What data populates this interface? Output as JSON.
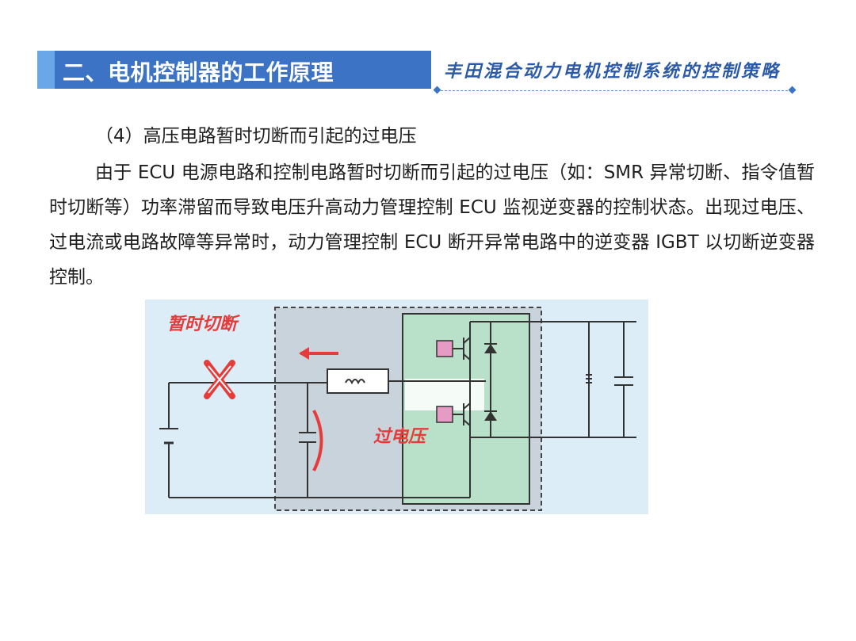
{
  "header": {
    "section_title": "二、电机控制器的工作原理",
    "series_title": "丰田混合动力电机控制系统的控制策略"
  },
  "content": {
    "heading": "（4）高压电路暂时切断而引起的过电压",
    "paragraph": "由于 ECU 电源电路和控制电路暂时切断而引起的过电压（如：SMR 异常切断、指令值暂时切断等）功率滞留而导致电压升高动力管理控制 ECU 监视逆变器的控制状态。出现过电压、过电流或电路故障等异常时，动力管理控制 ECU 断开异常电路中的逆变器 IGBT 以切断逆变器控制。"
  },
  "figure": {
    "label_cut": "暂时切断",
    "label_overvoltage": "过电压",
    "colors": {
      "background": "#dcedf8",
      "dashed_region": "#c9d3dc",
      "inverter_box": "#b9e0c8",
      "highlight_red": "#e63b3b",
      "wire": "#333333"
    }
  }
}
